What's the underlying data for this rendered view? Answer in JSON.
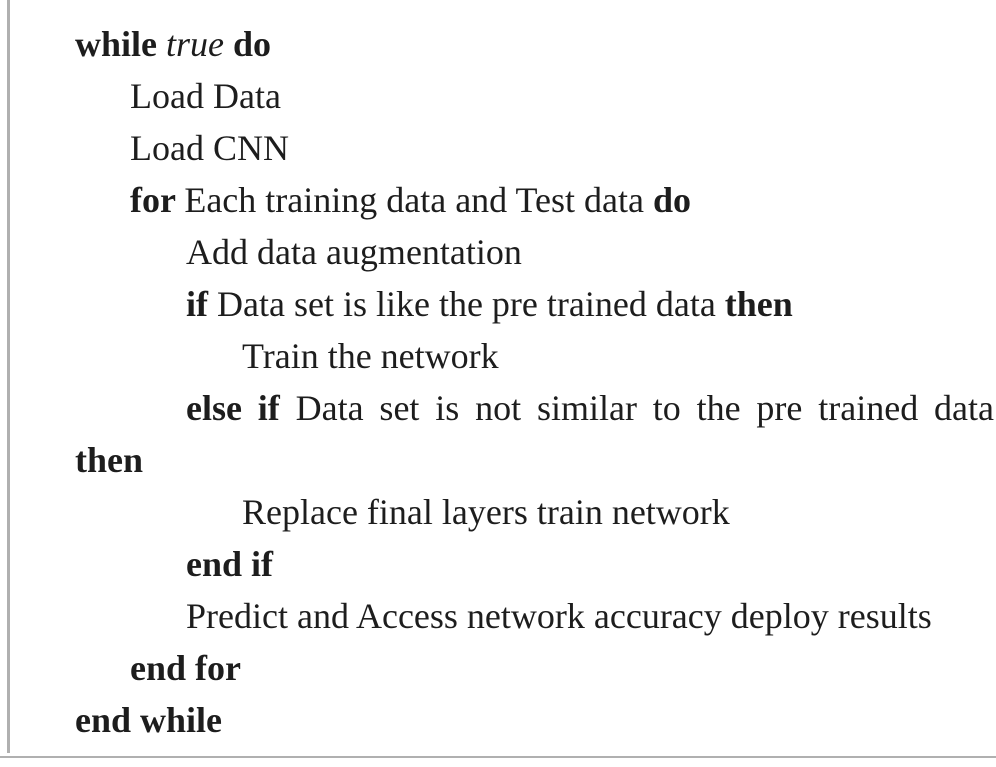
{
  "figure": {
    "kind": "algorithm-pseudocode-listing",
    "colors": {
      "text": "#1d1d1d",
      "rule": "#b0b0b0",
      "background": "#ffffff"
    }
  },
  "lines": [
    {
      "indent": 0,
      "justify": false,
      "segments": [
        {
          "t": "while ",
          "style": "bold"
        },
        {
          "t": "true",
          "style": "italic"
        },
        {
          "t": " ",
          "style": "normal"
        },
        {
          "t": "do",
          "style": "bold"
        }
      ]
    },
    {
      "indent": 1,
      "justify": false,
      "segments": [
        {
          "t": "Load Data",
          "style": "normal"
        }
      ]
    },
    {
      "indent": 1,
      "justify": false,
      "segments": [
        {
          "t": "Load CNN",
          "style": "normal"
        }
      ]
    },
    {
      "indent": 1,
      "justify": false,
      "segments": [
        {
          "t": "for ",
          "style": "bold"
        },
        {
          "t": "Each training data and Test data ",
          "style": "normal"
        },
        {
          "t": "do",
          "style": "bold"
        }
      ]
    },
    {
      "indent": 2,
      "justify": false,
      "segments": [
        {
          "t": "Add data augmentation",
          "style": "normal"
        }
      ]
    },
    {
      "indent": 2,
      "justify": false,
      "segments": [
        {
          "t": "if ",
          "style": "bold"
        },
        {
          "t": "Data set is like the pre trained data ",
          "style": "normal"
        },
        {
          "t": "then",
          "style": "bold"
        }
      ]
    },
    {
      "indent": 3,
      "justify": false,
      "segments": [
        {
          "t": "Train the network",
          "style": "normal"
        }
      ]
    },
    {
      "indent": 2,
      "justify": true,
      "segments": [
        {
          "t": "else if ",
          "style": "bold"
        },
        {
          "t": "Data set is not similar to the pre trained data",
          "style": "normal"
        }
      ]
    },
    {
      "indent": 0,
      "justify": false,
      "segments": [
        {
          "t": "then",
          "style": "bold"
        }
      ]
    },
    {
      "indent": 3,
      "justify": false,
      "segments": [
        {
          "t": "Replace final layers train network",
          "style": "normal"
        }
      ]
    },
    {
      "indent": 2,
      "justify": false,
      "segments": [
        {
          "t": "end if",
          "style": "bold"
        }
      ]
    },
    {
      "indent": 2,
      "justify": false,
      "segments": [
        {
          "t": "Predict and Access network accuracy deploy results",
          "style": "normal"
        }
      ]
    },
    {
      "indent": 1,
      "justify": false,
      "segments": [
        {
          "t": "end for",
          "style": "bold"
        }
      ]
    },
    {
      "indent": 0,
      "justify": false,
      "segments": [
        {
          "t": "end while",
          "style": "bold"
        }
      ]
    }
  ]
}
